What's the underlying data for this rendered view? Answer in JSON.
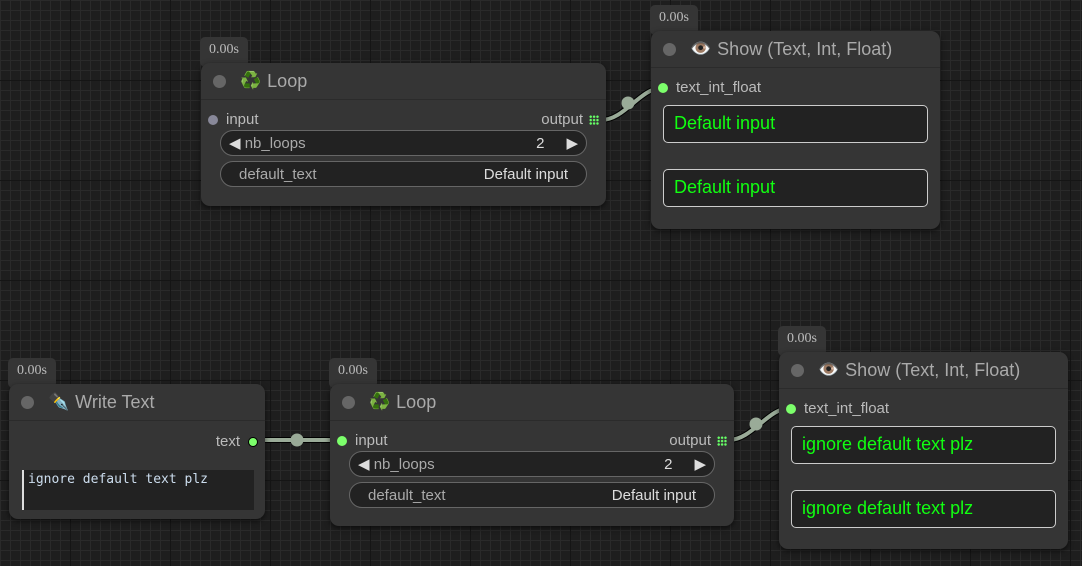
{
  "timing": "0.00s",
  "loop_node": {
    "title": "Loop",
    "icon": "recycle-icon",
    "input": "input",
    "output": "output",
    "nb_loops_label": "nb_loops",
    "nb_loops": "2",
    "default_text_label": "default_text",
    "default_text": "Default input"
  },
  "show_node_1": {
    "title": "Show (Text, Int, Float)",
    "icon": "eye-icon",
    "input": "text_int_float",
    "values": [
      "Default input",
      "Default input"
    ]
  },
  "write_node": {
    "title": "Write Text",
    "icon": "pen-icon",
    "output": "text",
    "text": "ignore default text plz"
  },
  "show_node_2": {
    "title": "Show (Text, Int, Float)",
    "icon": "eye-icon",
    "input": "text_int_float",
    "values": [
      "ignore default text plz",
      "ignore default text plz"
    ]
  },
  "colors": {
    "string_slot": "#7cff6b",
    "link": "#9aab98",
    "show_text": "#11ff11"
  }
}
